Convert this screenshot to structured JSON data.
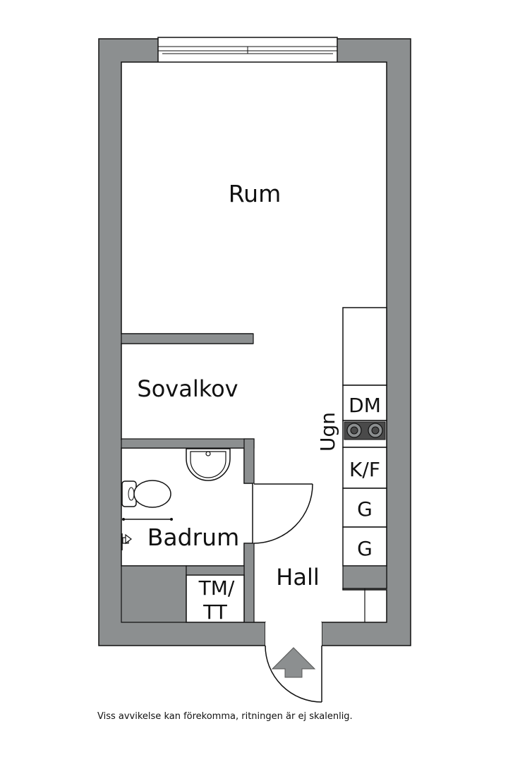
{
  "rooms": {
    "rum": "Rum",
    "sovalkov": "Sovalkov",
    "badrum": "Badrum",
    "hall": "Hall"
  },
  "appliances": {
    "dm": "DM",
    "ugn": "Ugn",
    "kf": "K/F",
    "g1": "G",
    "g2": "G",
    "tmtt_line1": "TM/",
    "tmtt_line2": "TT"
  },
  "note": "Viss avvikelse kan förekomma, ritningen är ej skalenlig.",
  "colors": {
    "wall": "#8c8f90",
    "line": "#111111",
    "floor": "#ffffff"
  }
}
